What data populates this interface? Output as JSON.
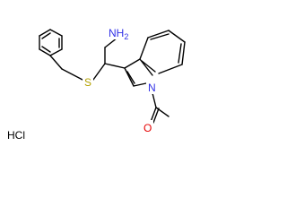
{
  "molecule": {
    "atoms": {
      "amine": {
        "text": "NH2",
        "main": "NH",
        "sub": "2",
        "color": "#2f2fe6"
      },
      "sulfur": {
        "text": "S",
        "color": "#b3a100"
      },
      "indole_n": {
        "text": "N",
        "color": "#2f2fe6"
      },
      "carbonyl_o": {
        "text": "O",
        "color": "#e60000"
      }
    },
    "salt": {
      "text": "HCl",
      "color": "#000000"
    }
  }
}
